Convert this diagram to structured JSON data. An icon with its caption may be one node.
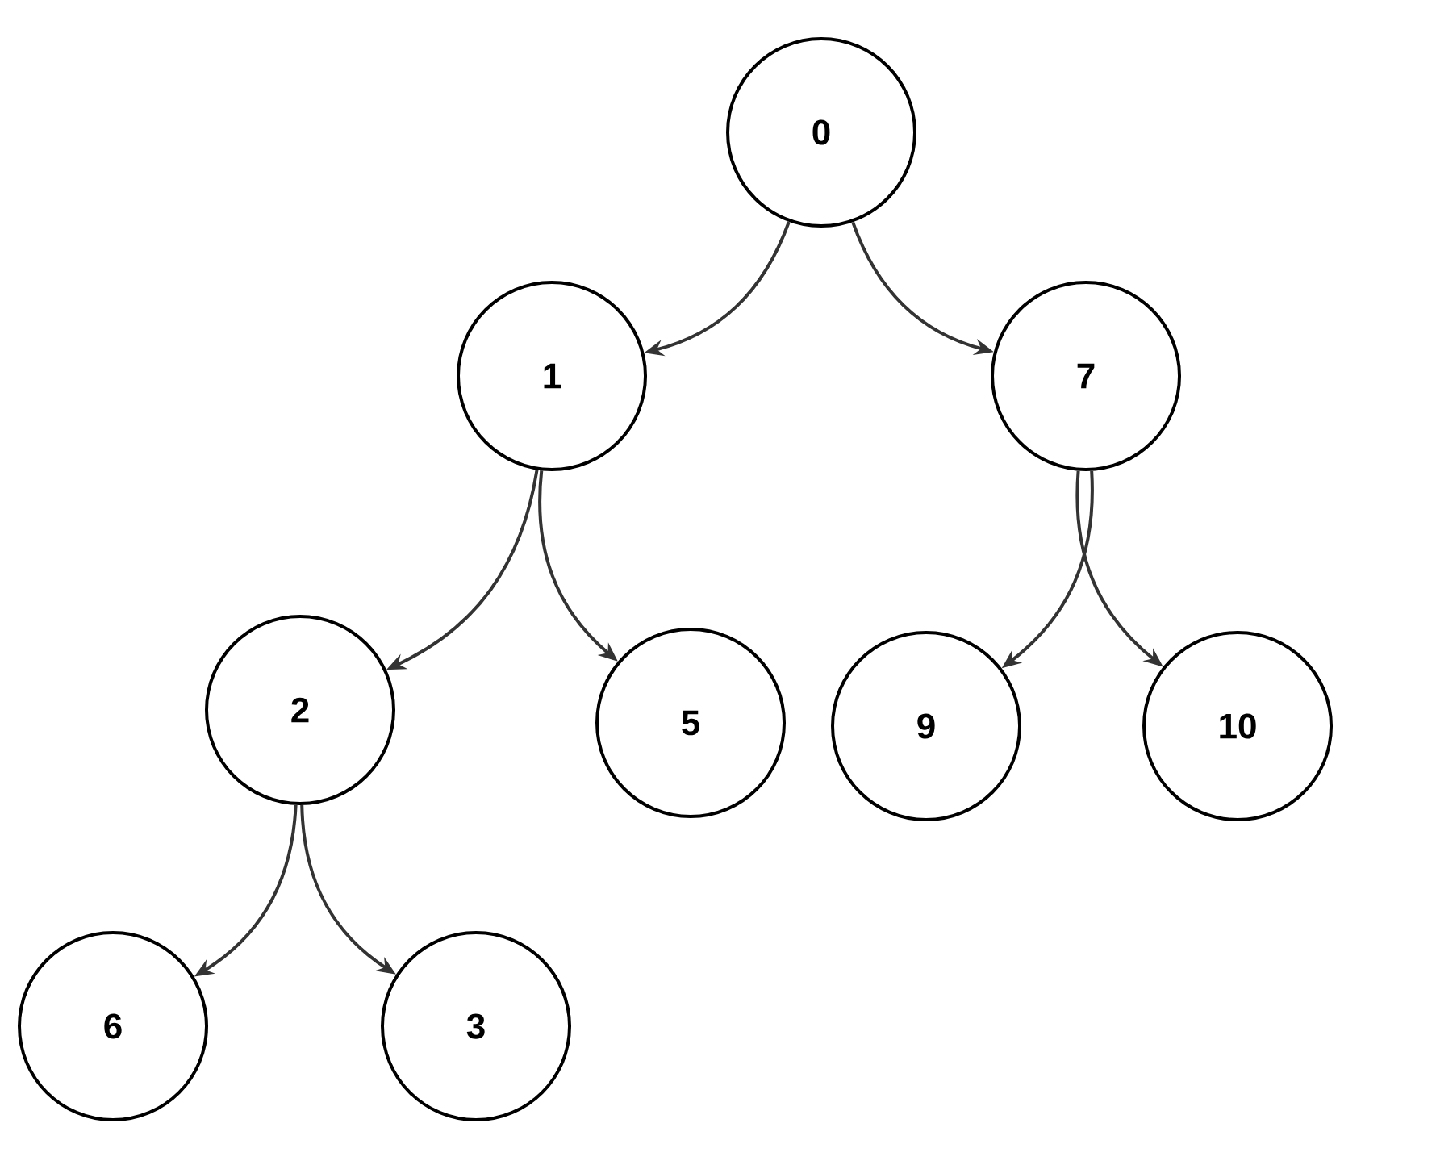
{
  "diagram": {
    "nodes": [
      {
        "text": [
          "0"
        ]
      },
      {
        "text": [
          "1"
        ]
      },
      {
        "text": [
          "7"
        ]
      },
      {
        "text": [
          "2"
        ]
      },
      {
        "text": [
          "5"
        ]
      },
      {
        "text": [
          "9"
        ]
      },
      {
        "text": [
          "10"
        ]
      },
      {
        "text": [
          "6"
        ]
      },
      {
        "text": [
          "3"
        ]
      }
    ],
    "edges": [
      {
        "from": 0,
        "to": 1,
        "arrow": "to"
      },
      {
        "from": 0,
        "to": 2,
        "arrow": "to"
      },
      {
        "from": 1,
        "to": 3,
        "arrow": "to"
      },
      {
        "from": 1,
        "to": 4,
        "arrow": "to"
      },
      {
        "from": 2,
        "to": 5,
        "arrow": "to"
      },
      {
        "from": 2,
        "to": 6,
        "arrow": "to"
      },
      {
        "from": 3,
        "to": 7,
        "arrow": "to"
      },
      {
        "from": 3,
        "to": 8,
        "arrow": "to"
      }
    ]
  }
}
